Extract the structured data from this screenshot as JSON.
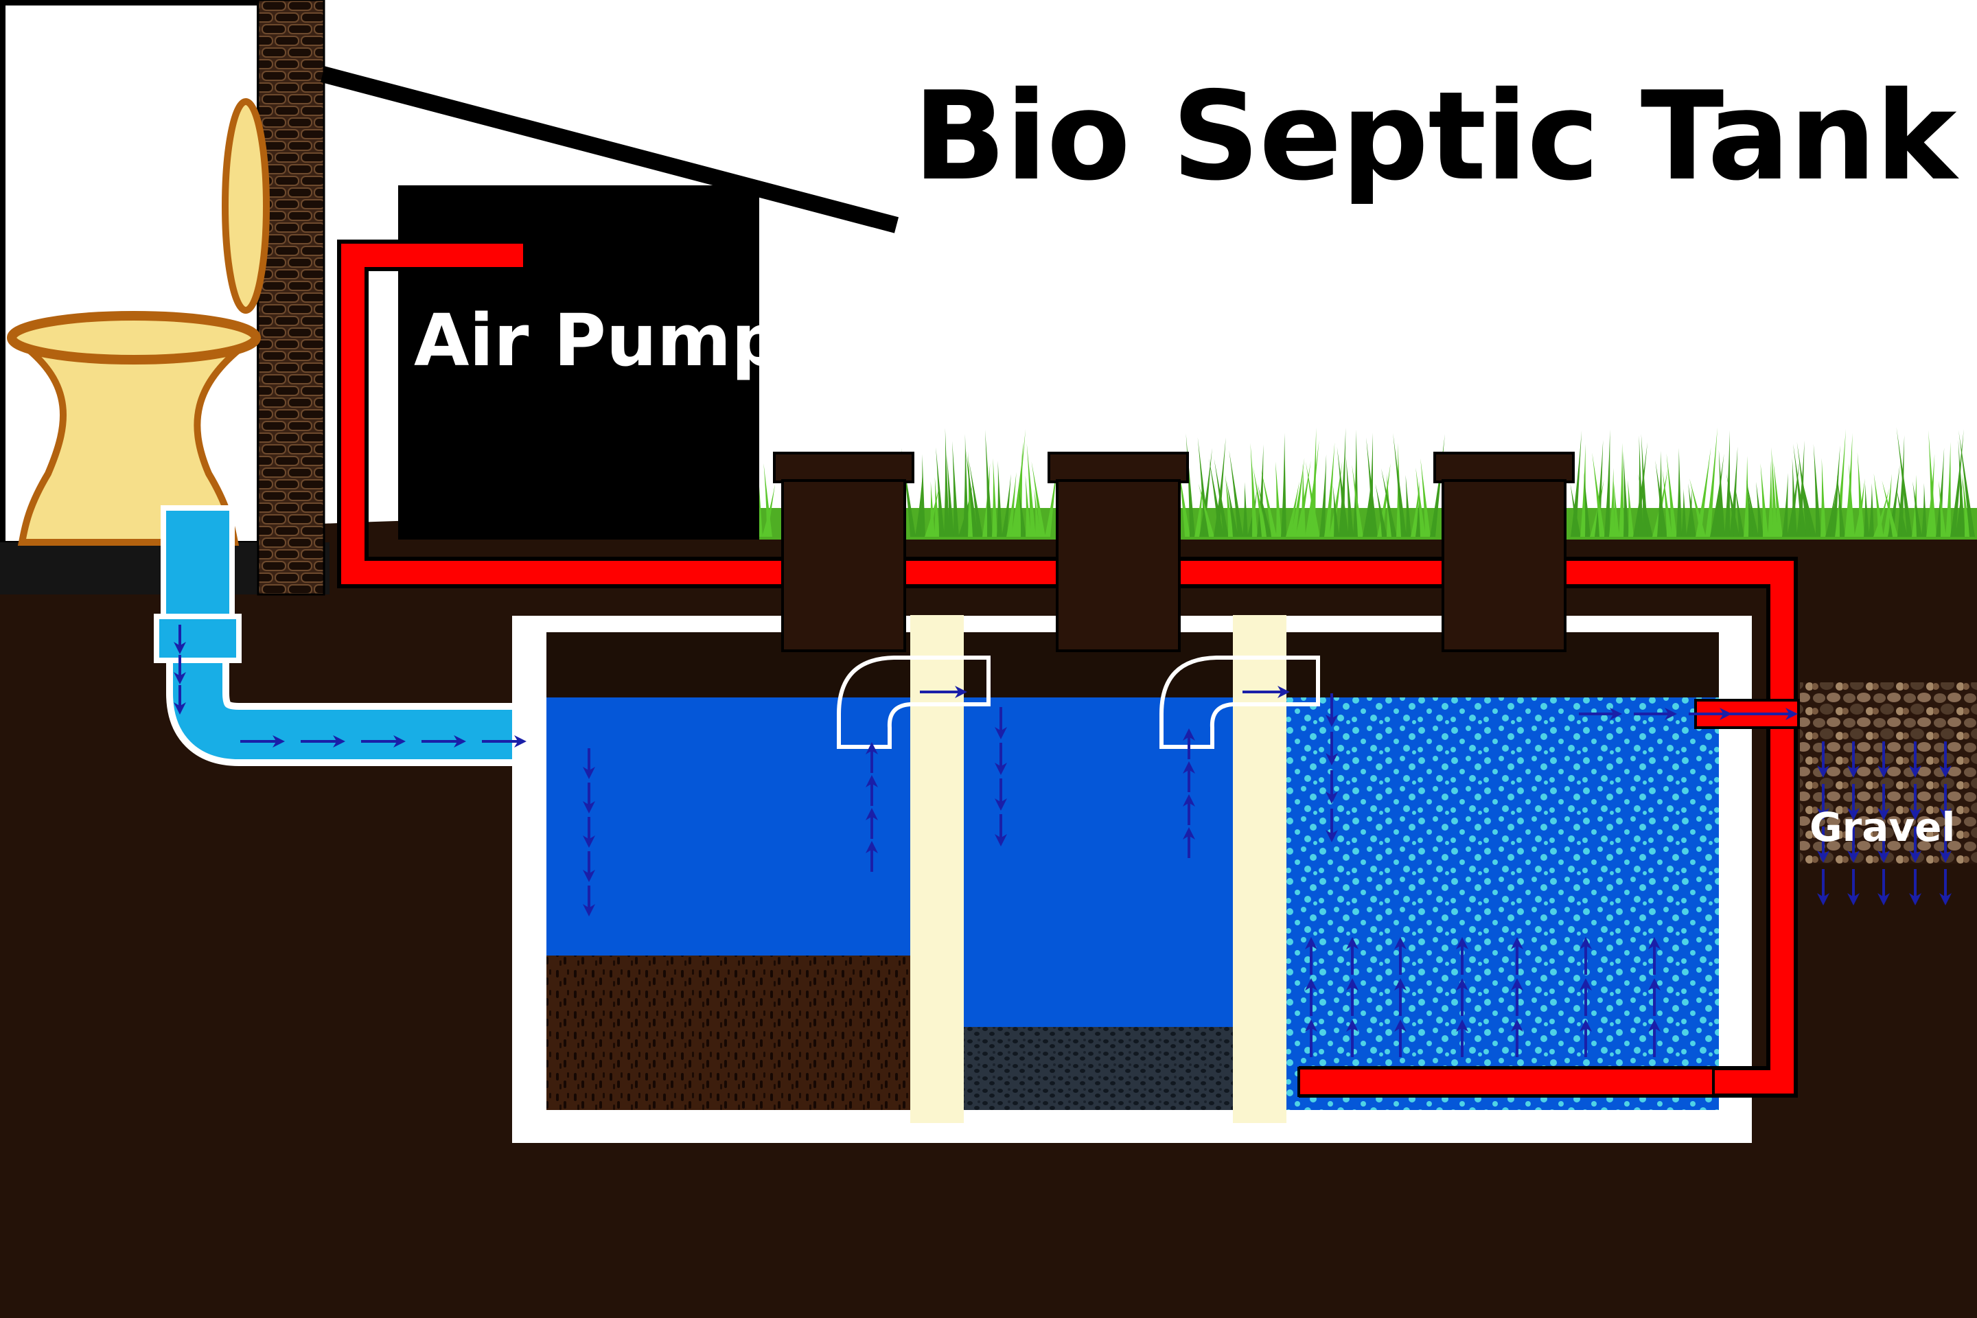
{
  "diagram": {
    "title": "Bio Septic Tank",
    "labels": {
      "air_pump": "Air Pump",
      "gravel": "Gravel"
    },
    "colors": {
      "soil": "#241208",
      "tank_wall": "#ffffff",
      "water": "#0557d8",
      "air_line": "#ff0000",
      "inlet_pipe": "#18aee6",
      "baffle": "#fbf6cf",
      "grass": "#5bc72c",
      "bubbles": "#4fd3e6",
      "flow_arrow": "#1a1fa8",
      "toilet": "#f6df8a",
      "toilet_outline": "#b3620f",
      "sludge": "#3d1e0d",
      "media": "#2a3440"
    },
    "icons": [
      "toilet-icon",
      "brick-wall-icon",
      "air-pump-icon",
      "flow-arrow-icon",
      "bubble-icon",
      "gravel-icon",
      "grass-icon"
    ]
  }
}
